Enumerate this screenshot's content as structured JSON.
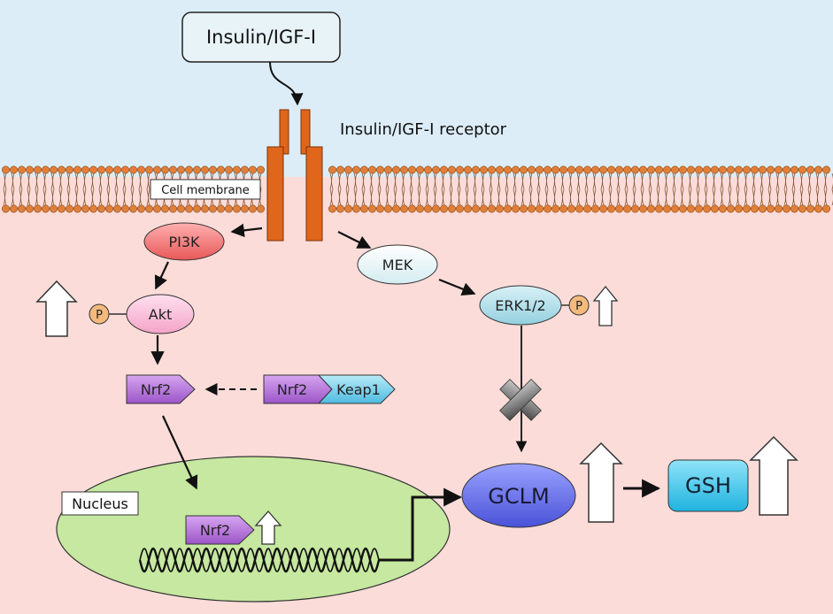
{
  "ligand": {
    "label": "Insulin/IGF-I"
  },
  "receptor": {
    "label": "Insulin/IGF-I receptor"
  },
  "membrane": {
    "label": "Cell membrane"
  },
  "nucleus": {
    "label": "Nucleus"
  },
  "nodes": {
    "pi3k": "PI3K",
    "akt": "Akt",
    "mek": "MEK",
    "erk": "ERK1/2",
    "phospho": "P",
    "nrf2_cyto": "Nrf2",
    "nrf2_complex": "Nrf2",
    "keap1": "Keap1",
    "nrf2_nuclear": "Nrf2",
    "gclm": "GCLM",
    "gsh": "GSH"
  },
  "colors": {
    "extracellular": "#dcedf7",
    "cytoplasm": "#fbdcd9",
    "membrane_bead": "#e07f3a",
    "receptor": "#e0661c",
    "pi3k": "#f07070",
    "akt": "#f9b8d6",
    "mek": "#e3f3f6",
    "erk": "#a9dde8",
    "phospho": "#f4ba7d",
    "nrf2": "#b173d6",
    "keap1": "#6ccbe9",
    "nucleus": "#c6e8a0",
    "gclm": "#6a72e6",
    "gsh": "#3cc3e8"
  },
  "icons": {
    "increase": "up-arrow-outline-icon",
    "inhibition": "x-cross-icon"
  }
}
